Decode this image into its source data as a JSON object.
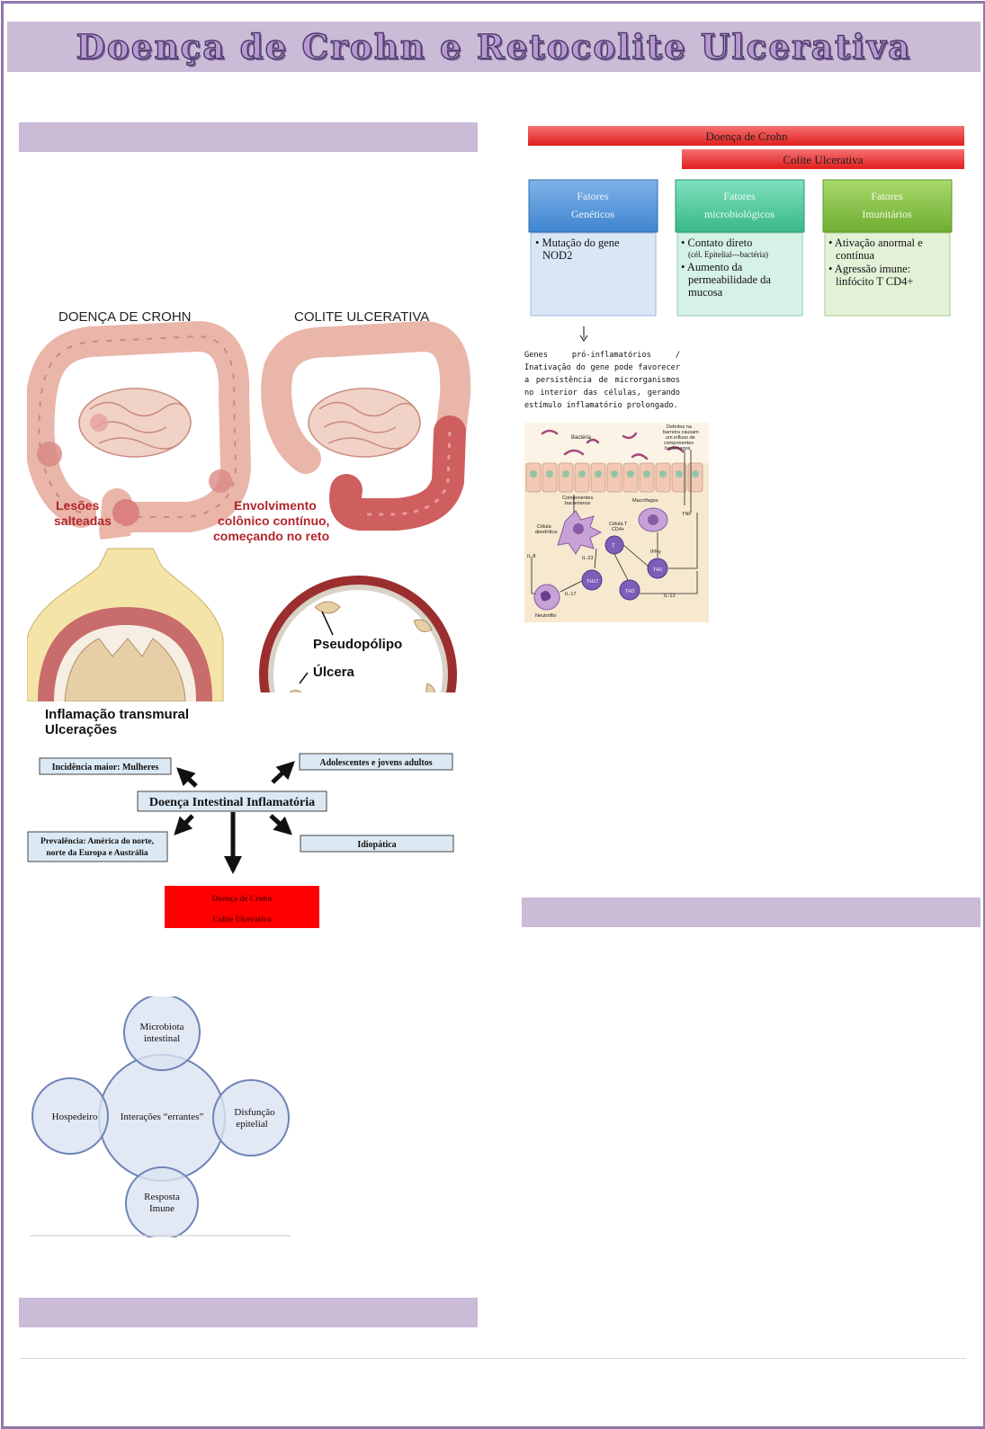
{
  "title": "Doença de Crohn e Retocolite Ulcerativa",
  "colors": {
    "border": "#8f77a9",
    "bar": "#cabbd7",
    "title_fill": "#b79ad0",
    "red": "#e53935",
    "blue": "#5b9bd5",
    "teal": "#56c9a0",
    "green": "#8bc34a"
  },
  "anatomy": {
    "left_heading": "DOENÇA DE CROHN",
    "right_heading": "COLITE ULCERATIVA",
    "left_caption_1": "Lesões",
    "left_caption_2": "salteadas",
    "right_caption_1": "Envolvimento",
    "right_caption_2": "colônico contínuo,",
    "right_caption_3": "começando no reto",
    "pseudopolyp": "Pseudopólipo",
    "ulcer": "Úlcera",
    "transmural_1": "Inflamação transmural",
    "transmural_2": "Ulcerações"
  },
  "ibd": {
    "center": "Doença Intestinal Inflamatória",
    "incidence": "Incidência maior: Mulheres",
    "age": "Adolescentes e jovens adultos",
    "prevalence_1": "Prevalência: América do norte,",
    "prevalence_2": "norte da Europa e Austrália",
    "idiopathic": "Idiopática",
    "out_1": "Doença de Crohn",
    "out_2": "Colite Ulcerativa"
  },
  "venn": {
    "top_1": "Microbiota",
    "top_2": "intestinal",
    "left": "Hospedeiro",
    "center": "Interações “errantes”",
    "right_1": "Disfunção",
    "right_2": "epitelial",
    "bottom_1": "Resposta",
    "bottom_2": "Imune"
  },
  "factors": {
    "banner_1": "Doença de Crohn",
    "banner_2": "Colite Ulcerativa",
    "genetic_title_1": "Fatores",
    "genetic_title_2": "Genéticos",
    "genetic_b1_1": "• Mutação do gene",
    "genetic_b1_2": "NOD2",
    "micro_title_1": "Fatores",
    "micro_title_2": "microbiológicos",
    "micro_b1": "• Contato direto",
    "micro_b1_sub": "(cél. Epitelial---bactéria)",
    "micro_b2_1": "• Aumento da",
    "micro_b2_2": "permeabilidade da",
    "micro_b2_3": "mucosa",
    "immune_title_1": "Fatores",
    "immune_title_2": "Imunitários",
    "immune_b1_1": "• Ativação anormal e",
    "immune_b1_2": "contínua",
    "immune_b2_1": "• Agressão imune:",
    "immune_b2_2": "linfócito T CD4+"
  },
  "genes_text": "Genes pró-inflamatórios / Inativação do gene pode favorecer a persistência de microrganismos no interior das células, gerando estímulo inflamatório prolongado.",
  "cell": {
    "bacteria": "Bactéria",
    "defects_1": "Defeitos na",
    "defects_2": "barreira causam",
    "defects_3": "um influxo de",
    "defects_4": "componentes",
    "defects_5": "bacterianos",
    "components_1": "Componentes",
    "components_2": "bacterianos",
    "macrophages": "Macrófagos",
    "tnf": "TNF",
    "dendritic_1": "Célula",
    "dendritic_2": "dendrítica",
    "tcell_1": "Célula T",
    "tcell_2": "CD4+",
    "il8": "IL-8",
    "il23": "IL-23",
    "ifn": "IFNγ",
    "il17": "IL-17",
    "il13": "IL-13",
    "th17": "TH17",
    "th1": "TH1",
    "th2": "TH2",
    "t0": "T",
    "neutrophil": "Neutrófilo"
  }
}
